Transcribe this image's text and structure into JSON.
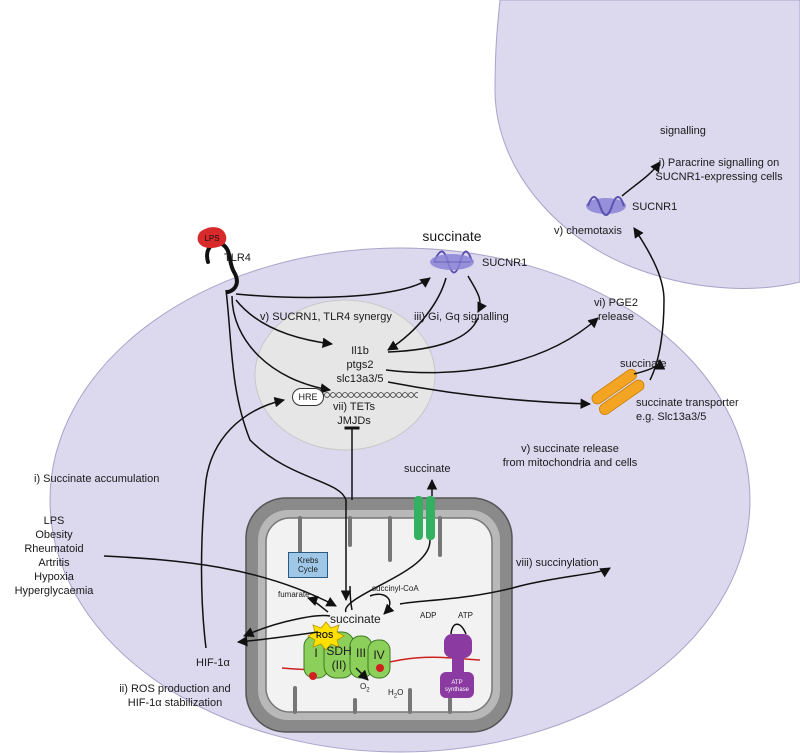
{
  "labels": {
    "succinate_top": "succinate",
    "sucnr1_macrophage": "SUCNR1",
    "lps": "LPS",
    "tlr4": "TLR4",
    "signalling": "signalling",
    "paracrine": "i) Paracrine signalling on\nSUCNR1-expressing cells",
    "sucnr1_target": "SUCNR1",
    "chemotaxis": "v) chemotaxis",
    "synergy": "v) SUCRN1, TLR4 synergy",
    "gi_gq": "iii) Gi, Gq signalling",
    "pge2": "vi) PGE2\nrelease",
    "genes": "Il1b\nptgs2\nslc13a3/5",
    "hre": "HRE",
    "tets": "vii) TETs\nJMJDs",
    "succinate_right": "succinate",
    "transporter": "succinate transporter\ne.g. Slc13a3/5",
    "accumulation": "i) Succinate accumulation",
    "release": "v) succinate release\nfrom mitochondria and cells",
    "succinate_mid": "succinate",
    "conditions": "LPS\nObesity\nRheumatoid\nArtritis\nHypoxia\nHyperglycaemia",
    "krebs": "Krebs\nCycle",
    "fumarate": "fumarate",
    "succinyl_coa": "succinyl-CoA",
    "succinylation": "viii) succinylation",
    "succinate_mito": "succinate",
    "ros": "ROS",
    "adp": "ADP",
    "atp": "ATP",
    "complex_i": "I",
    "sdh": "SDH",
    "complex_ii": "(II)",
    "complex_iii": "III",
    "complex_iv": "IV",
    "o2": "O",
    "o2_sub": "2",
    "h2o_h": "H",
    "h2o_sub": "2",
    "h2o_o": "O",
    "atp_synthase": "ATP\nsynthase",
    "hif": "HIF-1α",
    "ros_production": "ii) ROS production and\nHIF-1α stabilization"
  },
  "colors": {
    "cell_fill": "#dcd8ee",
    "cell_stroke": "#a9a3c8",
    "nucleus_fill": "#e6e6e6",
    "nucleus_stroke": "#c8c8c8",
    "mito_outer": "#7d7d7d",
    "mito_inner_fill": "#f2f2f2",
    "receptor": "#8a84d6",
    "lps_red": "#d82a2a",
    "transporter": "#f3a423",
    "channel_green": "#33b060",
    "complex_green": "#8ccf5a",
    "ros_yellow": "#ffe000",
    "atp_synthase": "#8a3aa0",
    "krebs_blue": "#9fc8e8",
    "membrane_red": "#d02020"
  }
}
